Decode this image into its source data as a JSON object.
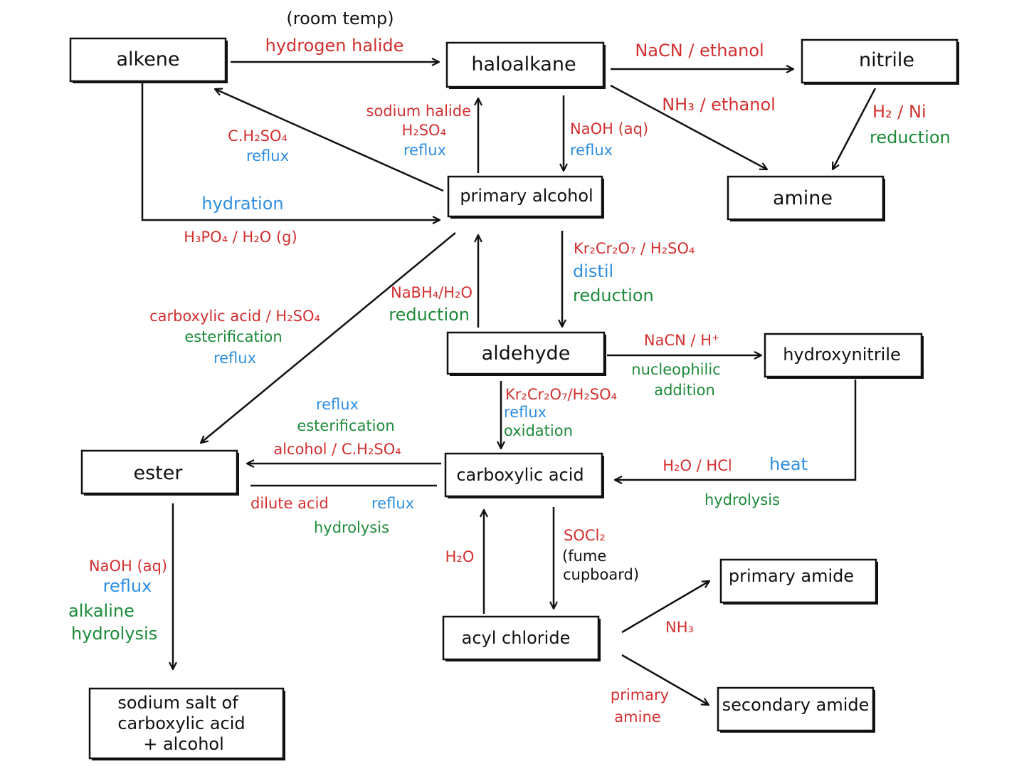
{
  "colors": {
    "reagent": "#d32f2f",
    "condition": "#2f8ee0",
    "reaction_type": "#1e8a3a",
    "line": "#111111"
  },
  "nodes": {
    "alkene": "alkene",
    "haloalkane": "haloalkane",
    "nitrile": "nitrile",
    "amine": "amine",
    "primary_alcohol": "primary alcohol",
    "aldehyde": "aldehyde",
    "hydroxynitrile": "hydroxynitrile",
    "ester": "ester",
    "carboxylic_acid": "carboxylic acid",
    "acyl_chloride": "acyl chloride",
    "primary_amide": "primary amide",
    "secondary_amide": "secondary amide",
    "sodium_salt_line1": "sodium salt of",
    "sodium_salt_line2": "carboxylic acid",
    "sodium_salt_line3": "+ alcohol"
  },
  "labels": {
    "room_temp": "(room temp)",
    "hydrogen_halide": "hydrogen halide",
    "nacn_ethanol": "NaCN / ethanol",
    "nh3_ethanol": "NH₃ / ethanol",
    "h2_ni": "H₂ / Ni",
    "reduction_nitrile": "reduction",
    "sodium_halide": "sodium halide",
    "h2so4_halide": "H₂SO₄",
    "reflux_halide": "reflux",
    "naoh_aq_top": "NaOH (aq)",
    "reflux_naoh_top": "reflux",
    "conc_h2so4": "C.H₂SO₄",
    "reflux_dehydration": "reflux",
    "hydration": "hydration",
    "h3po4_h2o": "H₃PO₄ / H₂O (g)",
    "kr2cr2o7_distil": "Kr₂Cr₂O₇ / H₂SO₄",
    "distil": "distil",
    "reduction_distil": "reduction",
    "nabh4_h2o": "NaBH₄/H₂O",
    "reduction_nabh4": "reduction",
    "carboxylic_acid_h2so4": "carboxylic acid / H₂SO₄",
    "esterification_left": "esterification",
    "reflux_ester_left": "reflux",
    "nacn_h": "NaCN / H⁺",
    "nucleophilic": "nucleophilic",
    "addition": "addition",
    "kr2cr2o7_reflux": "Kr₂Cr₂O₇/H₂SO₄",
    "reflux_oxidation": "reflux",
    "oxidation": "oxidation",
    "reflux_esterification": "reflux",
    "esterification_mid": "esterification",
    "alcohol_conc_h2so4": "alcohol / C.H₂SO₄",
    "dilute_acid": "dilute acid",
    "reflux_dilute": "reflux",
    "hydrolysis_mid": "hydrolysis",
    "h2o_hcl": "H₂O / HCl",
    "heat": "heat",
    "hydrolysis_right": "hydrolysis",
    "naoh_aq_bottom": "NaOH (aq)",
    "reflux_alkaline": "reflux",
    "alkaline": "alkaline",
    "hydrolysis_alkaline": "hydrolysis",
    "h2o_acyl": "H₂O",
    "socl2": "SOCl₂",
    "fume": "(fume",
    "cupboard": "cupboard)",
    "nh3_amide": "NH₃",
    "primary_amine_line1": "primary",
    "primary_amine_line2": "amine"
  }
}
